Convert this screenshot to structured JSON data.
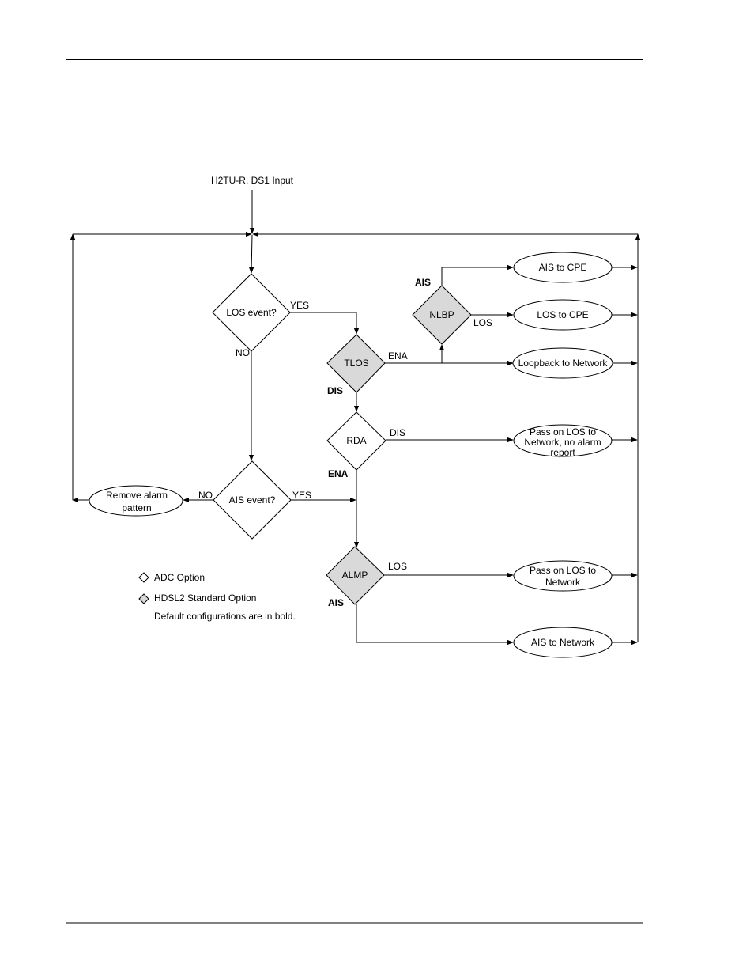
{
  "input_label": "H2TU-R, DS1 Input",
  "decisions": {
    "los_event": "LOS event?",
    "ais_event": "AIS event?",
    "tlos": "TLOS",
    "rda": "RDA",
    "almp": "ALMP",
    "nlbp": "NLBP"
  },
  "outcomes": {
    "ais_to_cpe": "AIS to CPE",
    "los_to_cpe": "LOS to CPE",
    "loopback_to_network": "Loopback to Network",
    "pass_los_no_alarm": [
      "Pass on LOS to",
      "Network, no alarm",
      "report"
    ],
    "pass_los_network": [
      "Pass on LOS to",
      "Network"
    ],
    "ais_to_network": "AIS to Network",
    "remove_alarm": [
      "Remove alarm",
      "pattern"
    ]
  },
  "edge_labels": {
    "los_yes": "YES",
    "los_no": "NO",
    "ais_yes": "YES",
    "ais_no": "NO",
    "tlos_ena": "ENA",
    "tlos_dis": "DIS",
    "nlbp_ais": "AIS",
    "nlbp_los": "LOS",
    "rda_dis": "DIS",
    "rda_ena": "ENA",
    "almp_los": "LOS",
    "almp_ais": "AIS"
  },
  "legend": {
    "adc_option": "ADC Option",
    "hdsl2_option": "HDSL2 Standard Option",
    "note": "Default configurations are in bold."
  },
  "colors": {
    "hdsl2_fill": "#d9d9d9",
    "adc_fill": "#ffffff",
    "line": "#000000"
  }
}
